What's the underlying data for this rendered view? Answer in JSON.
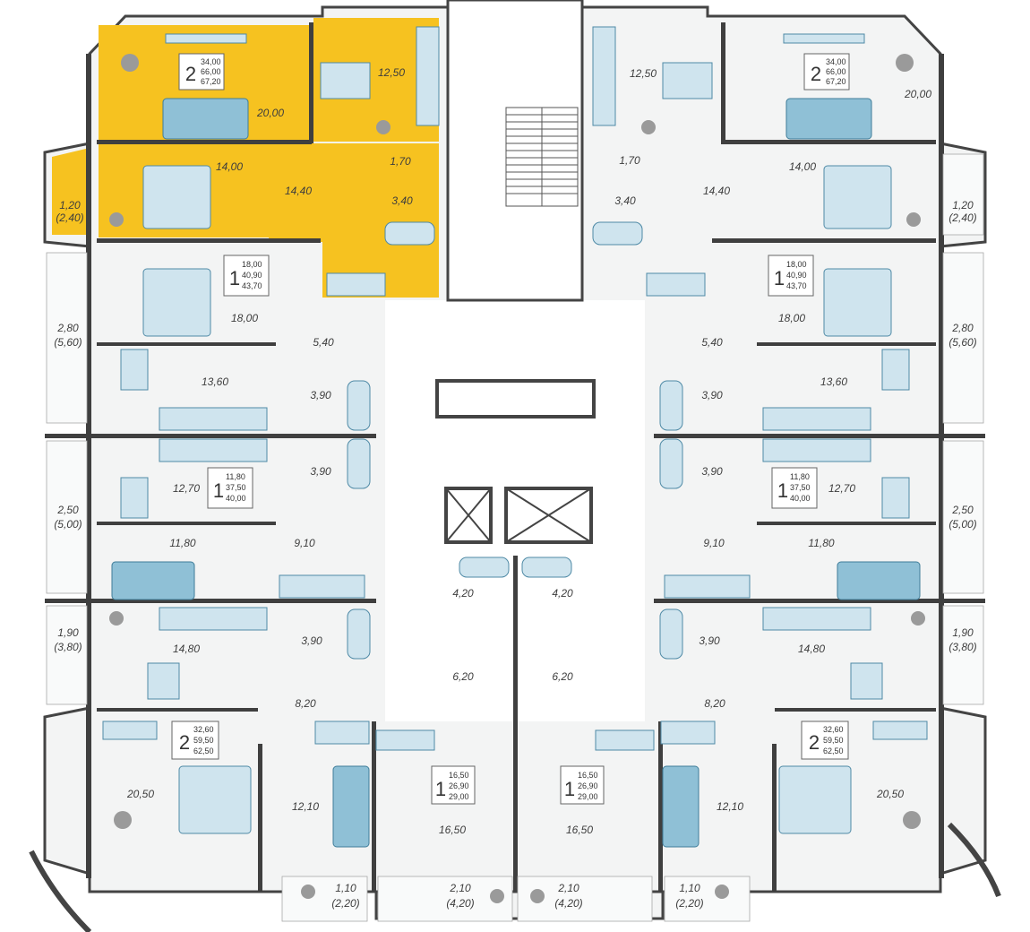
{
  "colors": {
    "highlight": "#f6c220",
    "wall": "#3f3f3f",
    "furniture": "#8fc0d6",
    "floor": "#f6f7f7"
  },
  "apartments": [
    {
      "id": "tl-2",
      "rooms": "2",
      "areas": [
        "34,00",
        "66,00",
        "67,20"
      ],
      "highlighted": true
    },
    {
      "id": "tr-2",
      "rooms": "2",
      "areas": [
        "34,00",
        "66,00",
        "67,20"
      ],
      "highlighted": false
    },
    {
      "id": "l-1a",
      "rooms": "1",
      "areas": [
        "18,00",
        "40,90",
        "43,70"
      ],
      "highlighted": false
    },
    {
      "id": "r-1a",
      "rooms": "1",
      "areas": [
        "18,00",
        "40,90",
        "43,70"
      ],
      "highlighted": false
    },
    {
      "id": "l-1b",
      "rooms": "1",
      "areas": [
        "11,80",
        "37,50",
        "40,00"
      ],
      "highlighted": false
    },
    {
      "id": "r-1b",
      "rooms": "1",
      "areas": [
        "11,80",
        "37,50",
        "40,00"
      ],
      "highlighted": false
    },
    {
      "id": "bl-2",
      "rooms": "2",
      "areas": [
        "32,60",
        "59,50",
        "62,50"
      ],
      "highlighted": false
    },
    {
      "id": "br-2",
      "rooms": "2",
      "areas": [
        "32,60",
        "59,50",
        "62,50"
      ],
      "highlighted": false
    },
    {
      "id": "bc-1l",
      "rooms": "1",
      "areas": [
        "16,50",
        "26,90",
        "29,00"
      ],
      "highlighted": false
    },
    {
      "id": "bc-1r",
      "rooms": "1",
      "areas": [
        "16,50",
        "26,90",
        "29,00"
      ],
      "highlighted": false
    }
  ],
  "room_labels": [
    "20,00",
    "12,50",
    "14,00",
    "14,40",
    "1,70",
    "3,40",
    "1,20",
    "(2,40)",
    "12,50",
    "20,00",
    "1,70",
    "14,40",
    "14,00",
    "3,40",
    "1,20",
    "(2,40)",
    "18,00",
    "2,80",
    "(5,60)",
    "5,40",
    "18,00",
    "5,40",
    "2,80",
    "(5,60)",
    "13,60",
    "3,90",
    "3,90",
    "13,60",
    "12,70",
    "3,90",
    "3,90",
    "12,70",
    "2,50",
    "(5,00)",
    "2,50",
    "(5,00)",
    "11,80",
    "9,10",
    "9,10",
    "11,80",
    "4,20",
    "4,20",
    "14,80",
    "3,90",
    "3,90",
    "14,80",
    "1,90",
    "(3,80)",
    "1,90",
    "(3,80)",
    "6,20",
    "6,20",
    "8,20",
    "8,20",
    "20,50",
    "12,10",
    "16,50",
    "16,50",
    "12,10",
    "20,50",
    "1,10",
    "(2,20)",
    "2,10",
    "(4,20)",
    "2,10",
    "(4,20)",
    "1,10",
    "(2,20)"
  ]
}
